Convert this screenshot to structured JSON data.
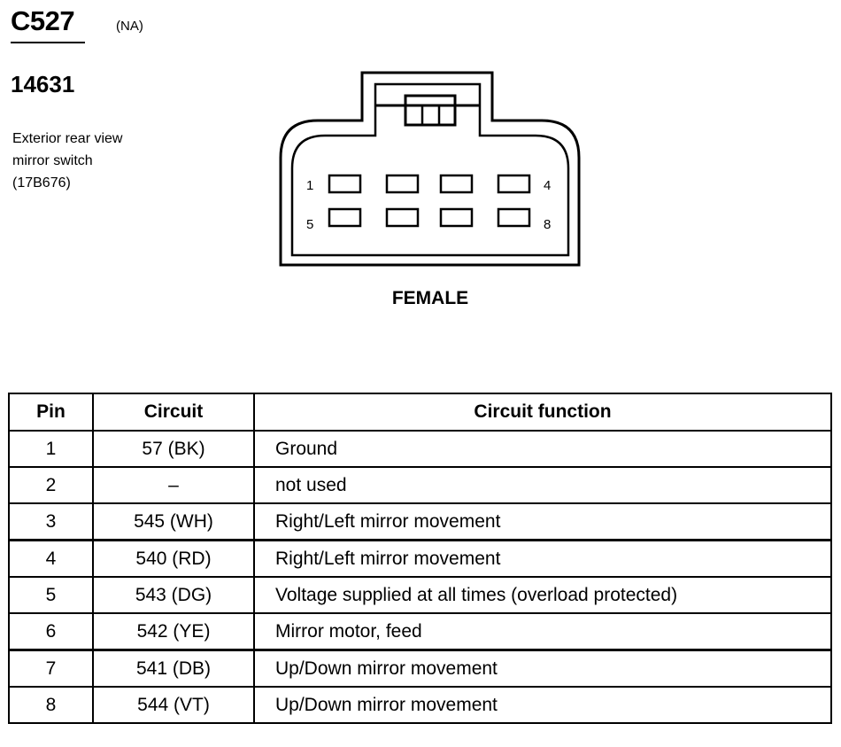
{
  "header": {
    "connector_id": "C527",
    "market_code": "(NA)",
    "part_number": "14631",
    "description_lines": [
      "Exterior rear view",
      "mirror switch",
      "(17B676)"
    ]
  },
  "connector": {
    "gender_label": "FEMALE",
    "pin_labels": {
      "top_left": "1",
      "top_right": "4",
      "bottom_left": "5",
      "bottom_right": "8"
    },
    "rows": 2,
    "cols": 4
  },
  "table": {
    "headers": [
      "Pin",
      "Circuit",
      "Circuit function"
    ],
    "rows": [
      {
        "pin": "1",
        "circuit": "57 (BK)",
        "function": "Ground"
      },
      {
        "pin": "2",
        "circuit": "–",
        "function": "not used"
      },
      {
        "pin": "3",
        "circuit": "545 (WH)",
        "function": "Right/Left mirror movement"
      },
      {
        "pin": "4",
        "circuit": "540 (RD)",
        "function": "Right/Left mirror movement"
      },
      {
        "pin": "5",
        "circuit": "543 (DG)",
        "function": "Voltage supplied at all times (overload protected)"
      },
      {
        "pin": "6",
        "circuit": "542 (YE)",
        "function": "Mirror motor, feed"
      },
      {
        "pin": "7",
        "circuit": "541 (DB)",
        "function": "Up/Down mirror movement"
      },
      {
        "pin": "8",
        "circuit": "544 (VT)",
        "function": "Up/Down mirror movement"
      }
    ]
  }
}
